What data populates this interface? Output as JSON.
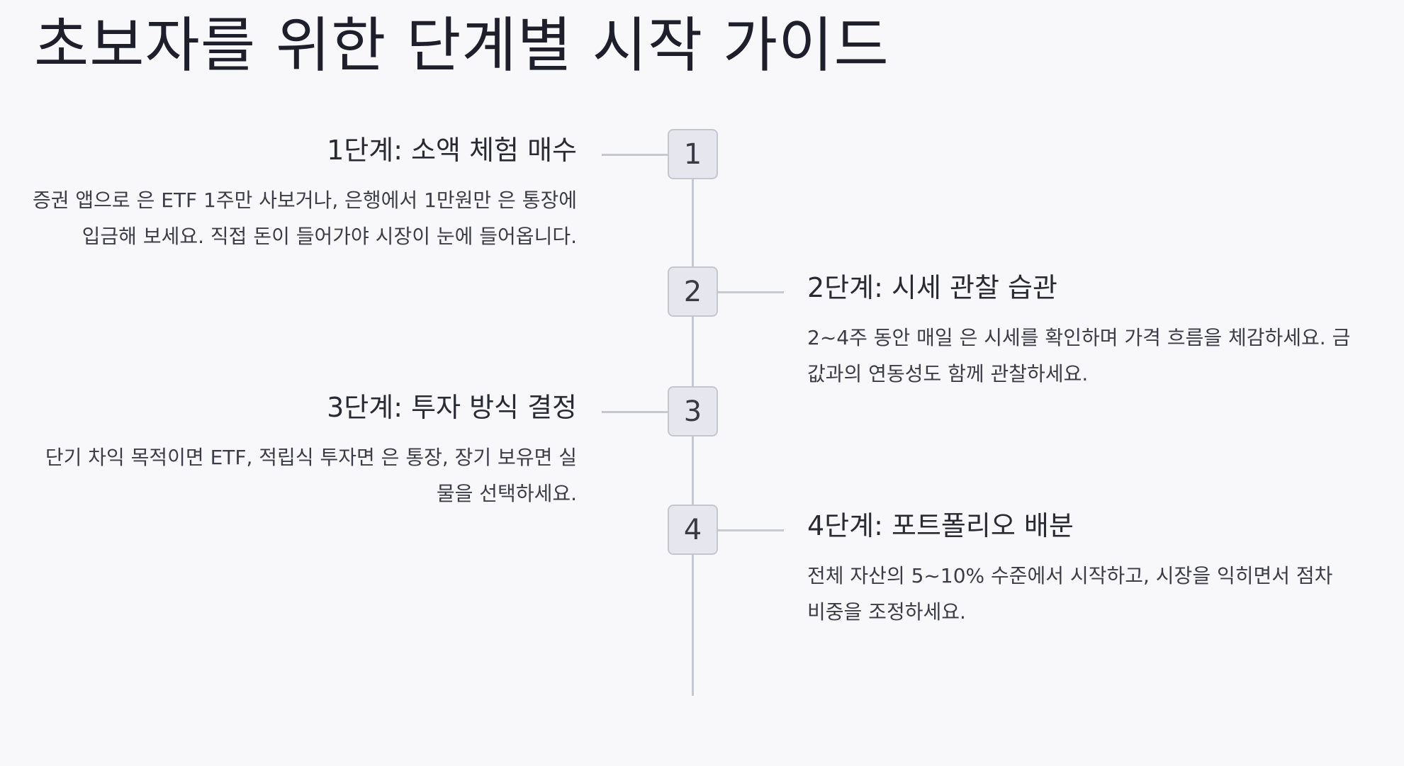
{
  "title": "초보자를 위한 단계별 시작 가이드",
  "steps": [
    {
      "number": "1",
      "title": "1단계: 소액 체험 매수",
      "description": "증권 앱으로 은 ETF 1주만 사보거나, 은행에서 1만원만 은 통장에 입금해 보세요. 직접 돈이 들어가야 시장이 눈에 들어옵니다."
    },
    {
      "number": "2",
      "title": "2단계: 시세 관찰 습관",
      "description": "2~4주 동안 매일 은 시세를 확인하며 가격 흐름을 체감하세요. 금값과의 연동성도 함께 관찰하세요."
    },
    {
      "number": "3",
      "title": "3단계: 투자 방식 결정",
      "description": "단기 차익 목적이면 ETF, 적립식 투자면 은 통장, 장기 보유면 실물을 선택하세요."
    },
    {
      "number": "4",
      "title": "4단계: 포트폴리오 배분",
      "description": "전체 자산의 5~10% 수준에서 시작하고, 시장을 익히면서 점차 비중을 조정하세요."
    }
  ]
}
